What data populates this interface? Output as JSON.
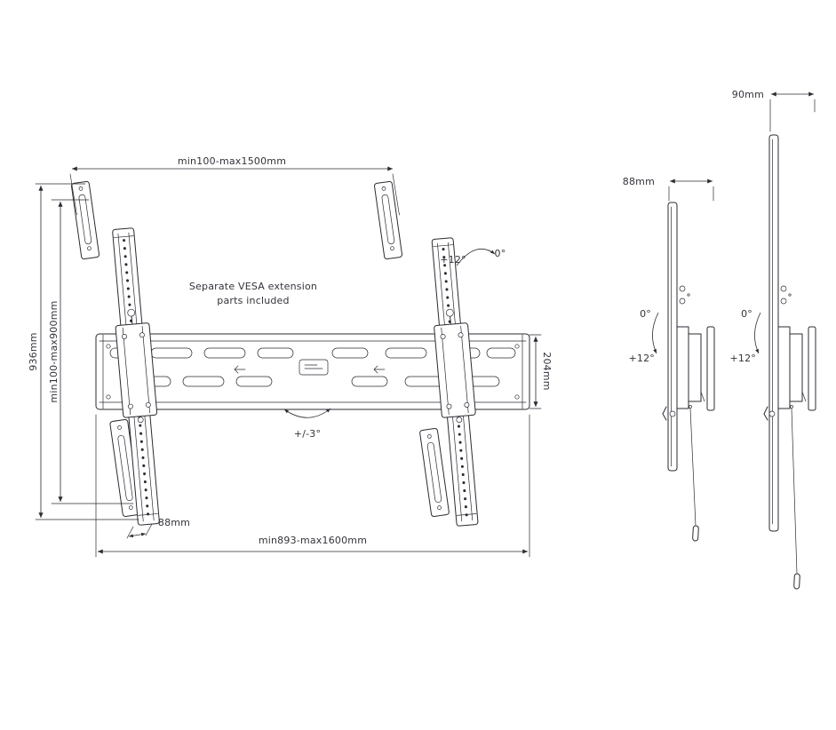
{
  "colors": {
    "line": "#2b2b33",
    "background": "#ffffff"
  },
  "front_view": {
    "top_width": "min100-max1500mm",
    "total_height": "936mm",
    "vesa_height_range": "min100-max900mm",
    "note_line1": "Separate VESA extension",
    "note_line2": "parts included",
    "tilt_max": "+12°",
    "tilt_min": "0°",
    "plate_height": "204mm",
    "swivel_range": "+/-3°",
    "rail_width": "88mm",
    "bottom_width": "min893-max1600mm"
  },
  "side_view_left": {
    "depth": "88mm",
    "tilt_min": "0°",
    "tilt_max": "+12°"
  },
  "side_view_right": {
    "depth": "90mm",
    "tilt_min": "0°",
    "tilt_max": "+12°"
  }
}
